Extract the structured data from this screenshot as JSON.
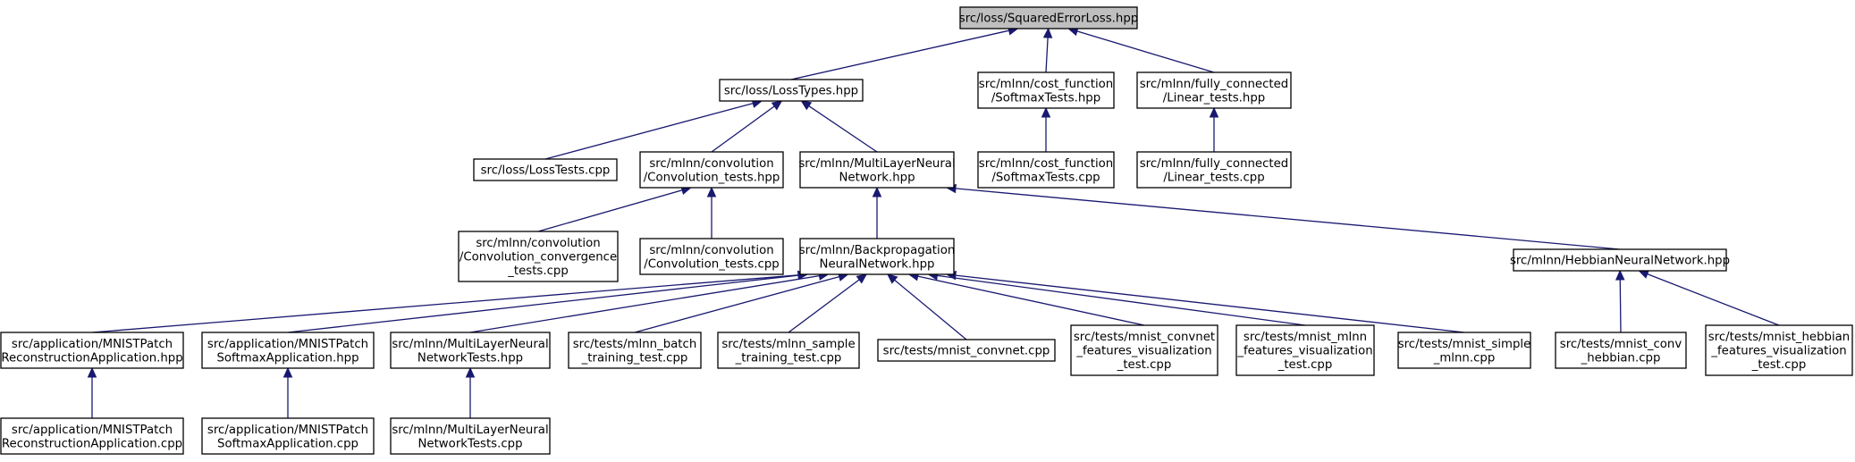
{
  "graph": {
    "colors": {
      "edge": "#191970",
      "root_fill": "#bfbfbf",
      "node_fill": "#ffffff",
      "node_border": "#000000"
    },
    "nodes": [
      {
        "id": "n0",
        "lines": [
          "src/loss/SquaredErrorLoss.hpp"
        ],
        "root": true
      },
      {
        "id": "n1",
        "lines": [
          "src/loss/LossTypes.hpp"
        ]
      },
      {
        "id": "n2",
        "lines": [
          "src/mlnn/cost_function",
          "/SoftmaxTests.hpp"
        ]
      },
      {
        "id": "n3",
        "lines": [
          "src/mlnn/fully_connected",
          "/Linear_tests.hpp"
        ]
      },
      {
        "id": "n4",
        "lines": [
          "src/loss/LossTests.cpp"
        ]
      },
      {
        "id": "n5",
        "lines": [
          "src/mlnn/convolution",
          "/Convolution_tests.hpp"
        ]
      },
      {
        "id": "n6",
        "lines": [
          "src/mlnn/MultiLayerNeural",
          "Network.hpp"
        ]
      },
      {
        "id": "n7",
        "lines": [
          "src/mlnn/cost_function",
          "/SoftmaxTests.cpp"
        ]
      },
      {
        "id": "n8",
        "lines": [
          "src/mlnn/fully_connected",
          "/Linear_tests.cpp"
        ]
      },
      {
        "id": "n9",
        "lines": [
          "src/mlnn/convolution",
          "/Convolution_convergence",
          "_tests.cpp"
        ]
      },
      {
        "id": "n10",
        "lines": [
          "src/mlnn/convolution",
          "/Convolution_tests.cpp"
        ]
      },
      {
        "id": "n11",
        "lines": [
          "src/mlnn/Backpropagation",
          "NeuralNetwork.hpp"
        ]
      },
      {
        "id": "n12",
        "lines": [
          "src/mlnn/HebbianNeuralNetwork.hpp"
        ]
      },
      {
        "id": "n13",
        "lines": [
          "src/application/MNISTPatch",
          "ReconstructionApplication.hpp"
        ]
      },
      {
        "id": "n14",
        "lines": [
          "src/application/MNISTPatch",
          "SoftmaxApplication.hpp"
        ]
      },
      {
        "id": "n15",
        "lines": [
          "src/mlnn/MultiLayerNeural",
          "NetworkTests.hpp"
        ]
      },
      {
        "id": "n16",
        "lines": [
          "src/tests/mlnn_batch",
          "_training_test.cpp"
        ]
      },
      {
        "id": "n17",
        "lines": [
          "src/tests/mlnn_sample",
          "_training_test.cpp"
        ]
      },
      {
        "id": "n18",
        "lines": [
          "src/tests/mnist_convnet.cpp"
        ]
      },
      {
        "id": "n19",
        "lines": [
          "src/tests/mnist_convnet",
          "_features_visualization",
          "_test.cpp"
        ]
      },
      {
        "id": "n20",
        "lines": [
          "src/tests/mnist_mlnn",
          "_features_visualization",
          "_test.cpp"
        ]
      },
      {
        "id": "n21",
        "lines": [
          "src/tests/mnist_simple",
          "_mlnn.cpp"
        ]
      },
      {
        "id": "n22",
        "lines": [
          "src/tests/mnist_conv",
          "_hebbian.cpp"
        ]
      },
      {
        "id": "n23",
        "lines": [
          "src/tests/mnist_hebbian",
          "_features_visualization",
          "_test.cpp"
        ]
      },
      {
        "id": "n24",
        "lines": [
          "src/application/MNISTPatch",
          "ReconstructionApplication.cpp"
        ]
      },
      {
        "id": "n25",
        "lines": [
          "src/application/MNISTPatch",
          "SoftmaxApplication.cpp"
        ]
      },
      {
        "id": "n26",
        "lines": [
          "src/mlnn/MultiLayerNeural",
          "NetworkTests.cpp"
        ]
      }
    ],
    "edges": [
      [
        "n1",
        "n0"
      ],
      [
        "n2",
        "n0"
      ],
      [
        "n3",
        "n0"
      ],
      [
        "n4",
        "n1"
      ],
      [
        "n5",
        "n1"
      ],
      [
        "n6",
        "n1"
      ],
      [
        "n7",
        "n2"
      ],
      [
        "n8",
        "n3"
      ],
      [
        "n9",
        "n5"
      ],
      [
        "n10",
        "n5"
      ],
      [
        "n11",
        "n6"
      ],
      [
        "n12",
        "n6"
      ],
      [
        "n13",
        "n11"
      ],
      [
        "n14",
        "n11"
      ],
      [
        "n15",
        "n11"
      ],
      [
        "n16",
        "n11"
      ],
      [
        "n17",
        "n11"
      ],
      [
        "n18",
        "n11"
      ],
      [
        "n19",
        "n11"
      ],
      [
        "n20",
        "n11"
      ],
      [
        "n21",
        "n11"
      ],
      [
        "n22",
        "n12"
      ],
      [
        "n23",
        "n12"
      ],
      [
        "n24",
        "n13"
      ],
      [
        "n25",
        "n14"
      ],
      [
        "n26",
        "n15"
      ]
    ]
  }
}
